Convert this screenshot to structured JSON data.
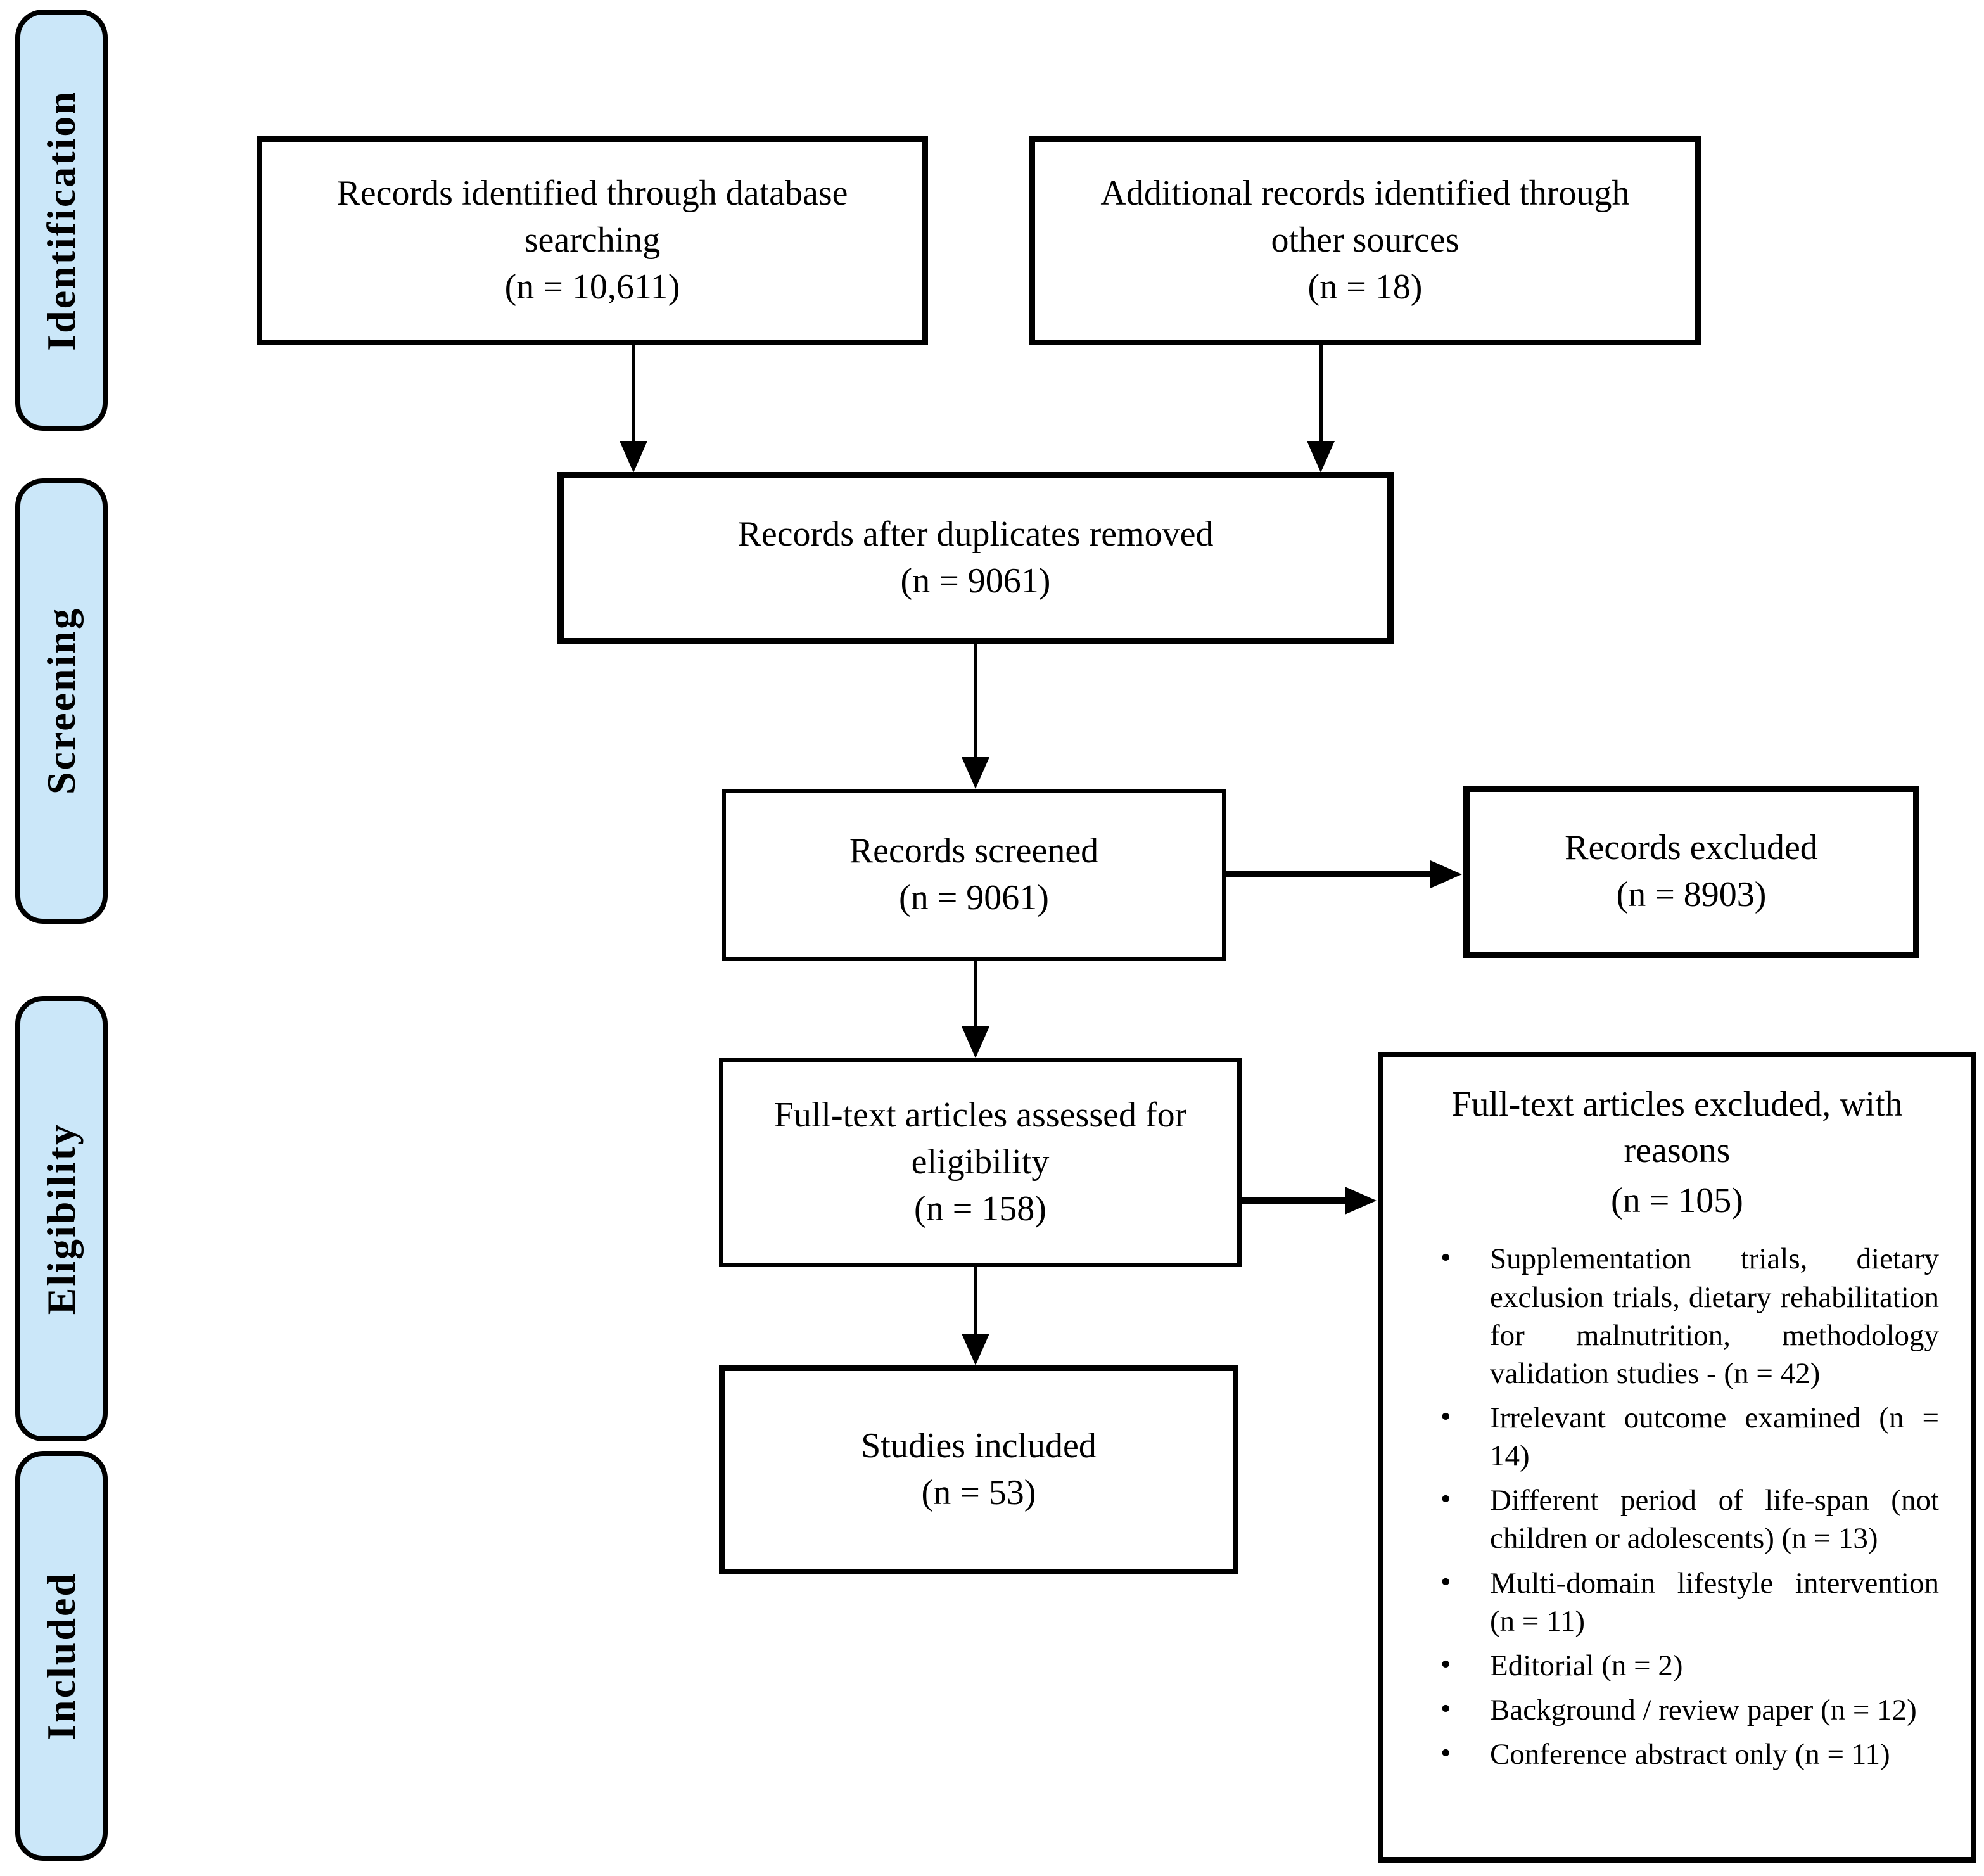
{
  "stages": [
    {
      "label": "Identification"
    },
    {
      "label": "Screening"
    },
    {
      "label": "Eligibility"
    },
    {
      "label": "Included"
    }
  ],
  "boxes": {
    "database": {
      "text": "Records identified through database searching",
      "count": "(n = 10,611)"
    },
    "other_sources": {
      "text": "Additional records identified through other sources",
      "count": "(n = 18)"
    },
    "deduplicated": {
      "text": "Records after duplicates removed",
      "count": "(n = 9061)"
    },
    "screened": {
      "text": "Records screened",
      "count": "(n = 9061)"
    },
    "records_excluded": {
      "text": "Records excluded",
      "count": "(n = 8903)"
    },
    "fulltext_assessed": {
      "text": "Full-text articles assessed for eligibility",
      "count": "(n = 158)"
    },
    "fulltext_excluded": {
      "title": "Full-text articles excluded, with reasons",
      "count": "(n = 105)",
      "reasons": [
        "Supplementation trials, dietary exclusion trials, dietary rehabilitation for malnutrition, methodology validation studies - (n = 42)",
        "Irrelevant outcome examined (n = 14)",
        "Different period of life-span (not children or adolescents) (n = 13)",
        "Multi-domain lifestyle intervention (n = 11)",
        "Editorial (n = 2)",
        "Background / review paper (n = 12)",
        "Conference abstract only (n = 11)"
      ]
    },
    "studies_included": {
      "text": "Studies included",
      "count": "(n = 53)"
    }
  },
  "colors": {
    "stage_fill": "#cbe7f9",
    "line": "#000000",
    "box_bg": "#ffffff"
  }
}
